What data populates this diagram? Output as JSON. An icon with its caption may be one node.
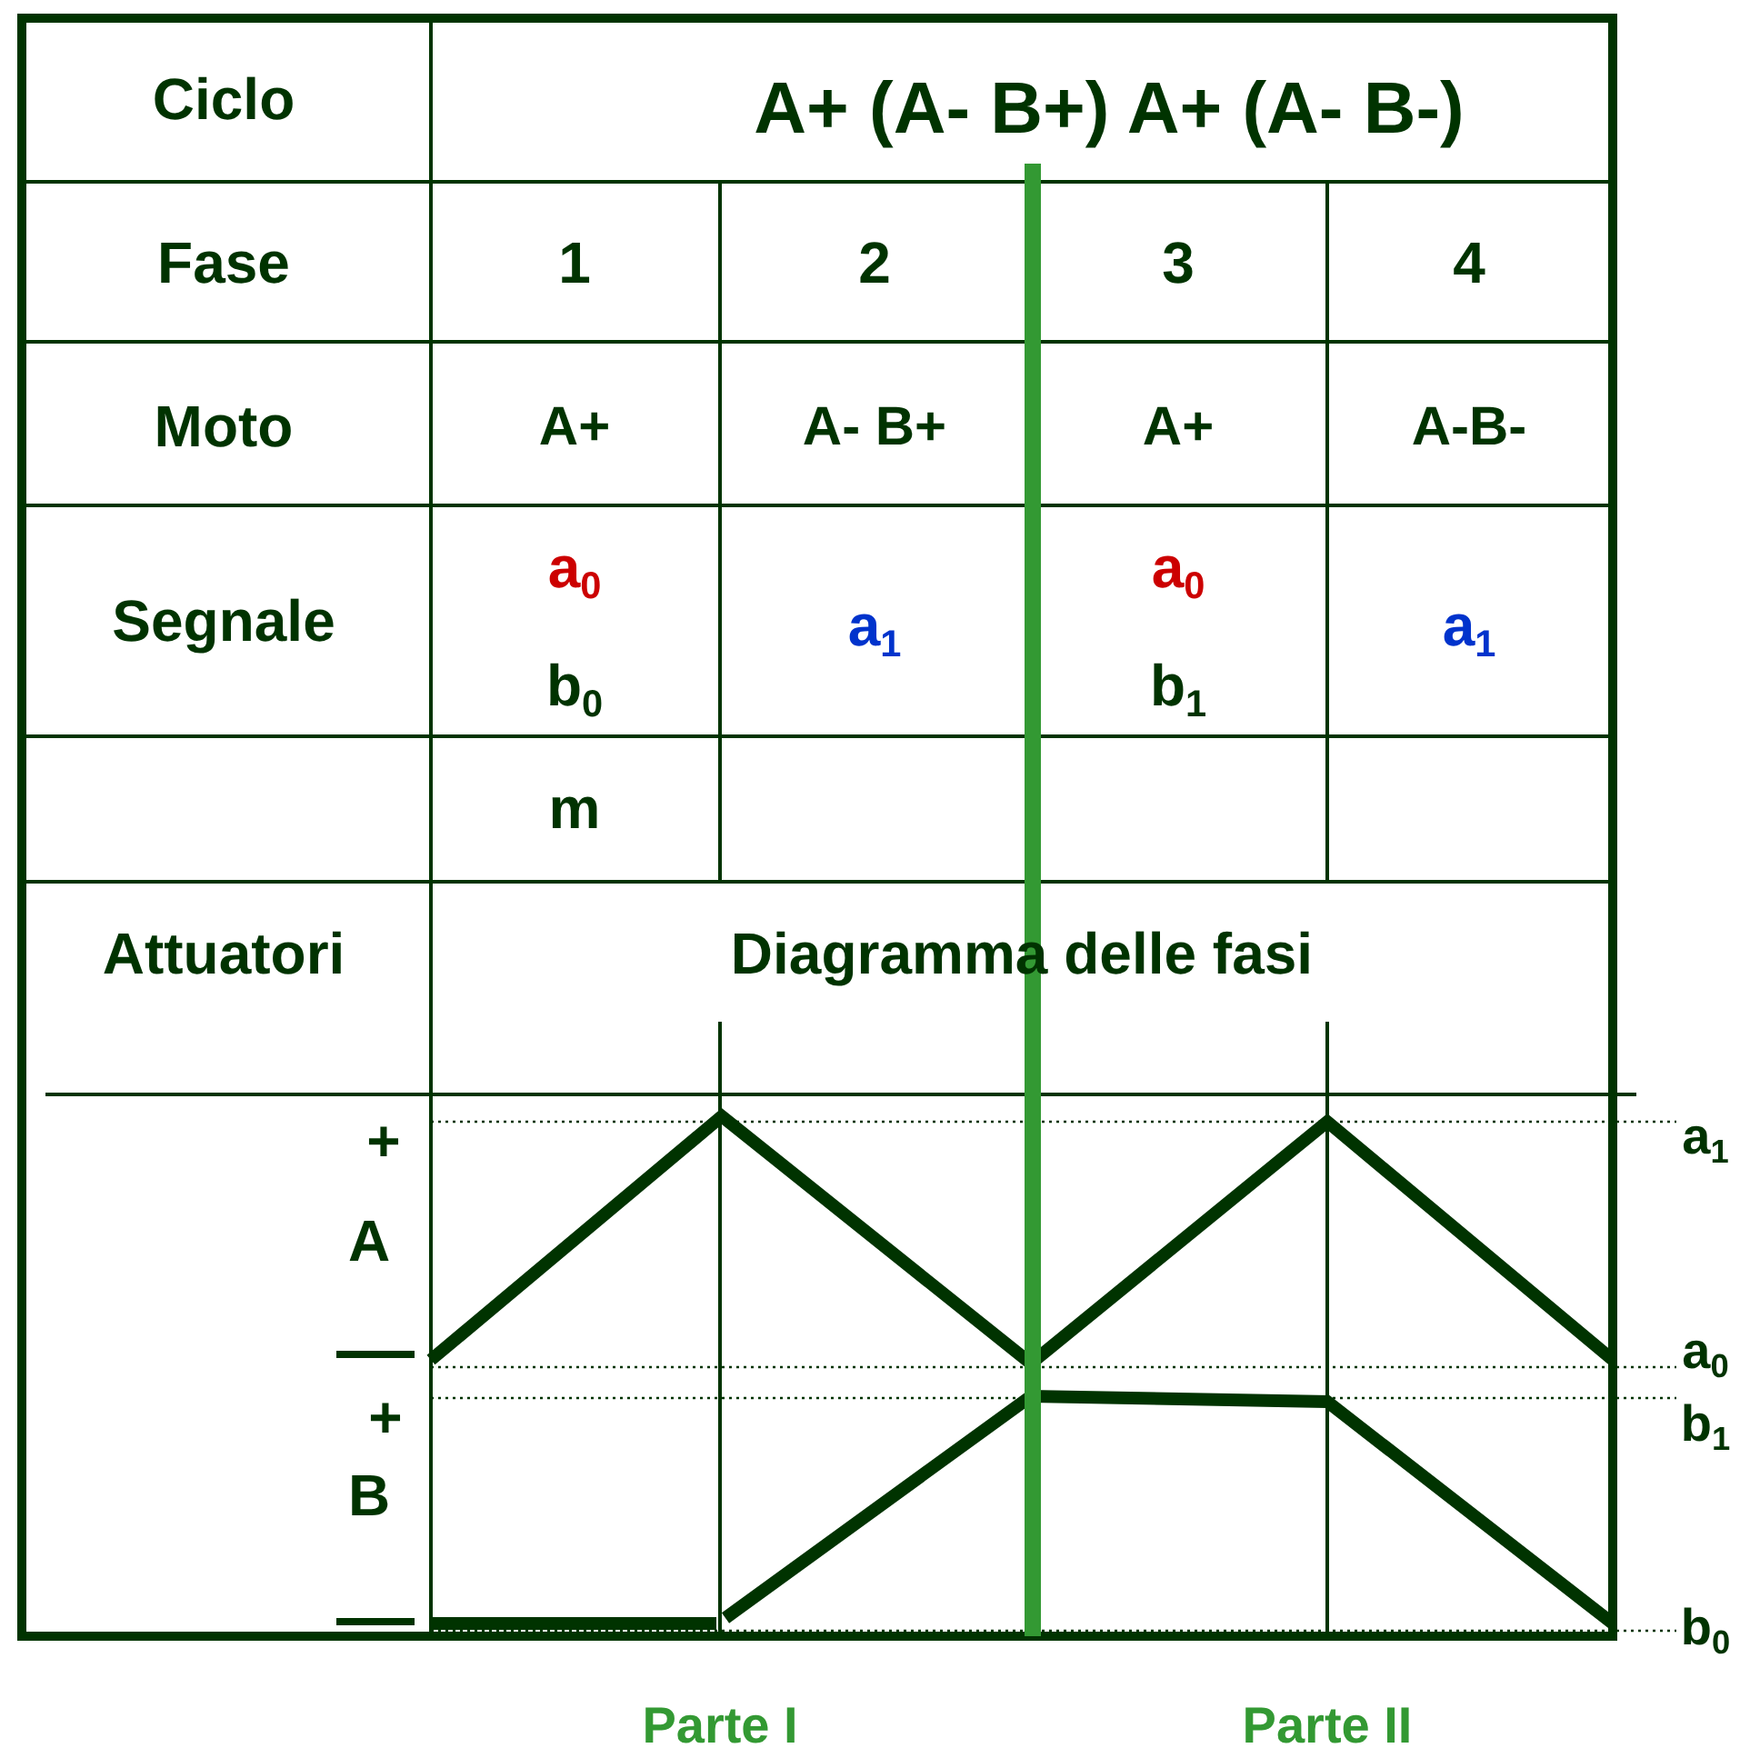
{
  "diagram": {
    "labels": [
      "Ciclo",
      "A+ (A- B+) A+ (A- B-)",
      "Fase",
      "1",
      "2",
      "3",
      "4",
      "Moto",
      "A+",
      "A- B+",
      "A+",
      "A-B-",
      "Segnale",
      "a$_{0}$",
      "b$_{0}$",
      "a$_{1}$",
      "a$_{0}$",
      "b$_{1}$",
      "a$_{1}$",
      "m",
      "Attuatori",
      "Diagramma delle fasi",
      "+",
      "A",
      "+",
      "B",
      "a$_{1}$",
      "a$_{0}$",
      "b$_{1}$",
      "b$_{0}$",
      "Parte I",
      "Parte II"
    ]
  }
}
